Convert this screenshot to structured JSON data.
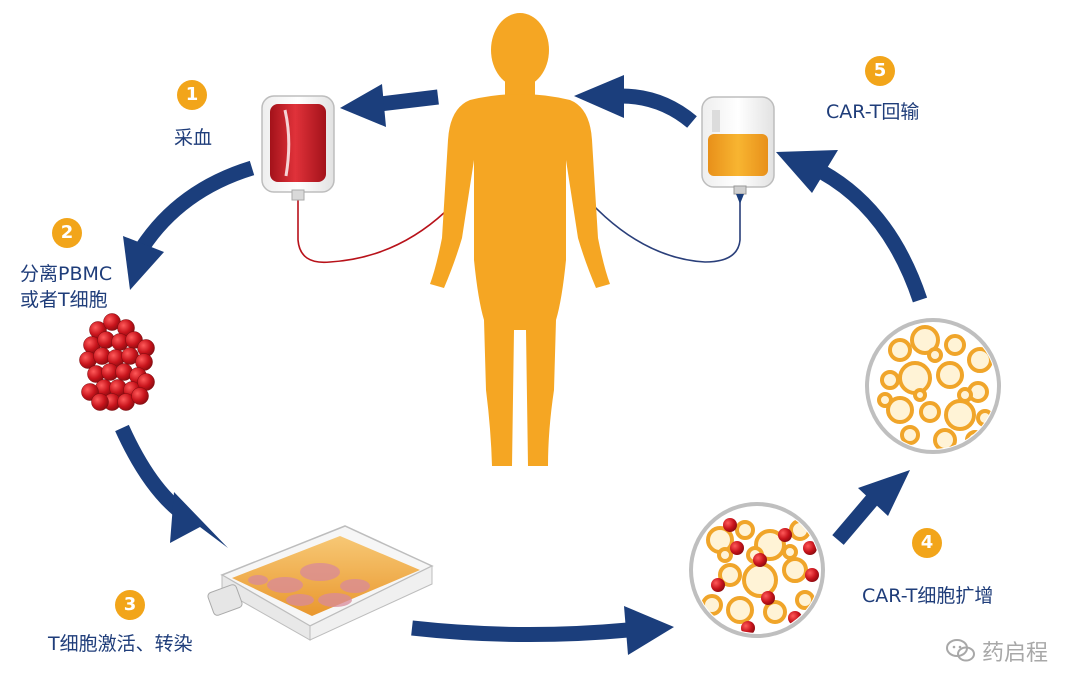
{
  "steps": [
    {
      "number": "1",
      "label": "采血"
    },
    {
      "number": "2",
      "label_line1": "分离PBMC",
      "label_line2": "或者T细胞"
    },
    {
      "number": "3",
      "label": "T细胞激活、转染"
    },
    {
      "number": "4",
      "label": "CAR-T细胞扩增"
    },
    {
      "number": "5",
      "label": "CAR-T回输"
    }
  ],
  "watermark": {
    "text": "药启程",
    "icon": "wechat-icon"
  },
  "colors": {
    "arrow": "#1b3e7c",
    "body": "#f5a623",
    "badge": "#f2a51a",
    "label_text": "#1f3d7a",
    "blood": "#c81d25",
    "car_t_product": "#f5a623"
  }
}
